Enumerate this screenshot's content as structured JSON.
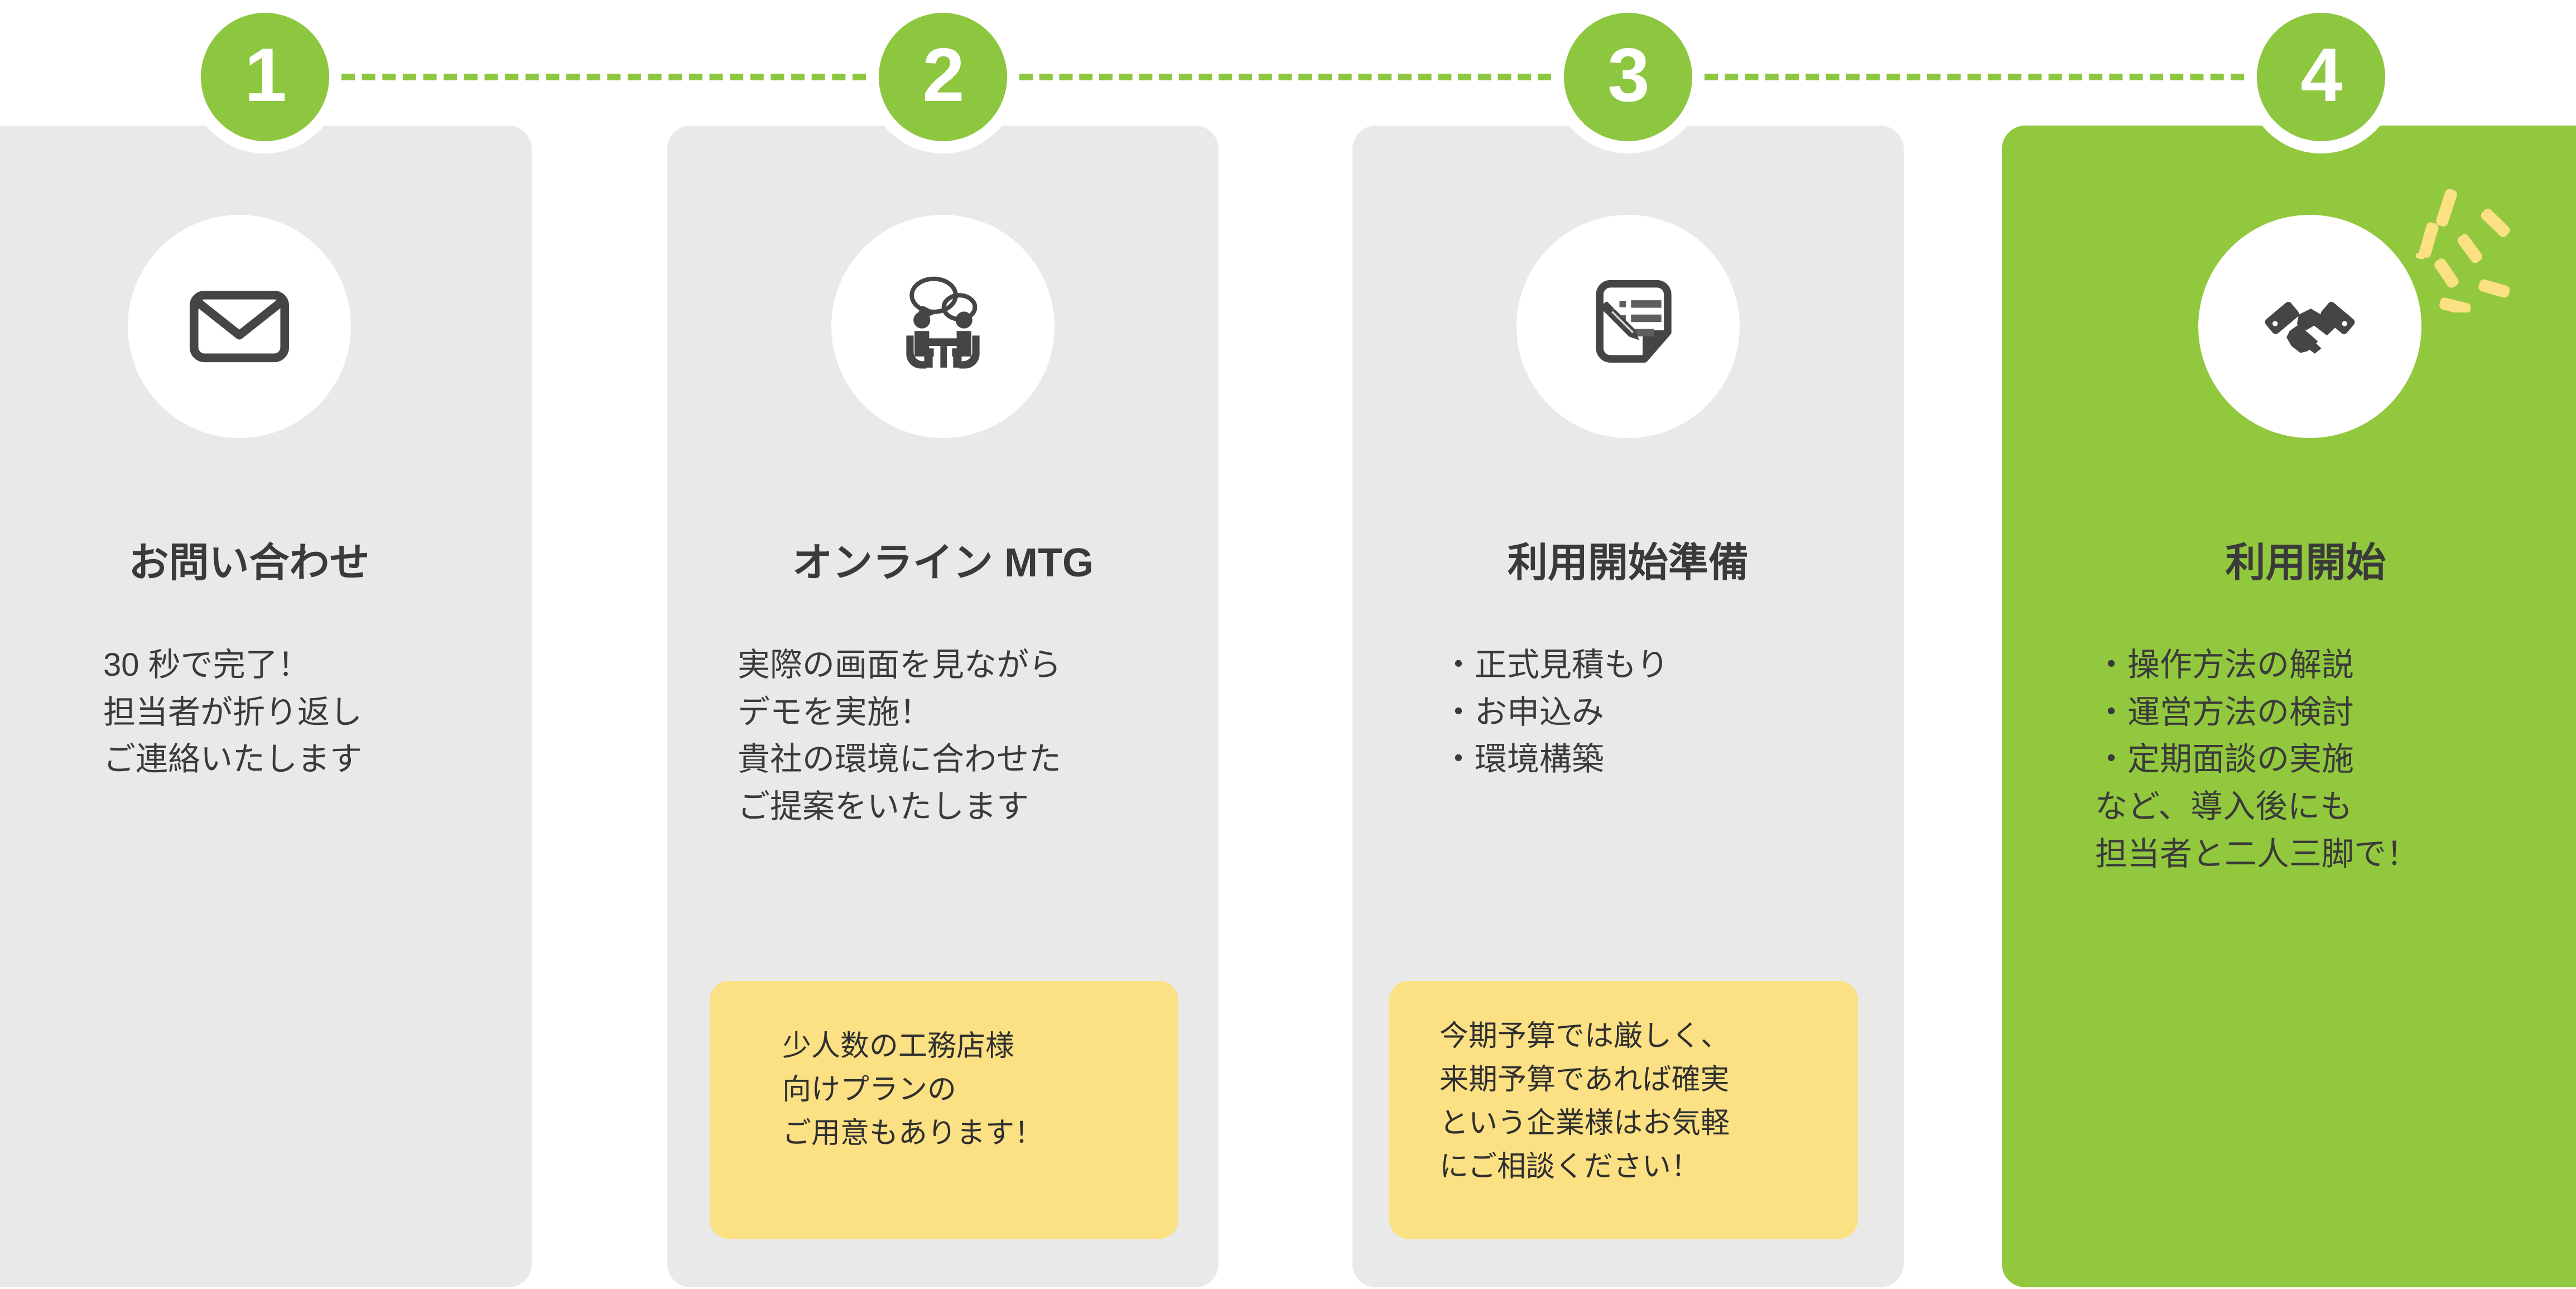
{
  "theme": {
    "accent_green": "#8DC63F",
    "card_green": "#92C83E",
    "card_gray": "#E9E9E9",
    "callout_yellow": "#FBE084",
    "text_dark": "#3A3A3A",
    "text_white": "#FFFFFF"
  },
  "steps": [
    {
      "number": "1",
      "icon": "envelope-icon",
      "title": "お問い合わせ",
      "body": "30 秒で完了！\n担当者が折り返し\nご連絡いたします",
      "callout": null
    },
    {
      "number": "2",
      "icon": "online-meeting-icon",
      "title": "オンライン MTG",
      "body": "実際の画面を見ながら\nデモを実施！\n貴社の環境に合わせた\nご提案をいたします",
      "callout": "少人数の工務店様\n向けプランの\nご用意もあります！"
    },
    {
      "number": "3",
      "icon": "document-pencil-icon",
      "title": "利用開始準備",
      "body": "・正式見積もり\n・お申込み\n・環境構築",
      "callout": "今期予算では厳しく、\n来期予算であれば確実\nという企業様はお気軽\nにご相談ください！"
    },
    {
      "number": "4",
      "icon": "handshake-icon",
      "title": "利用開始",
      "body": "・操作方法の解説\n・運営方法の検討\n・定期面談の実施\nなど、導入後にも\n担当者と二人三脚で！",
      "callout": null
    }
  ]
}
